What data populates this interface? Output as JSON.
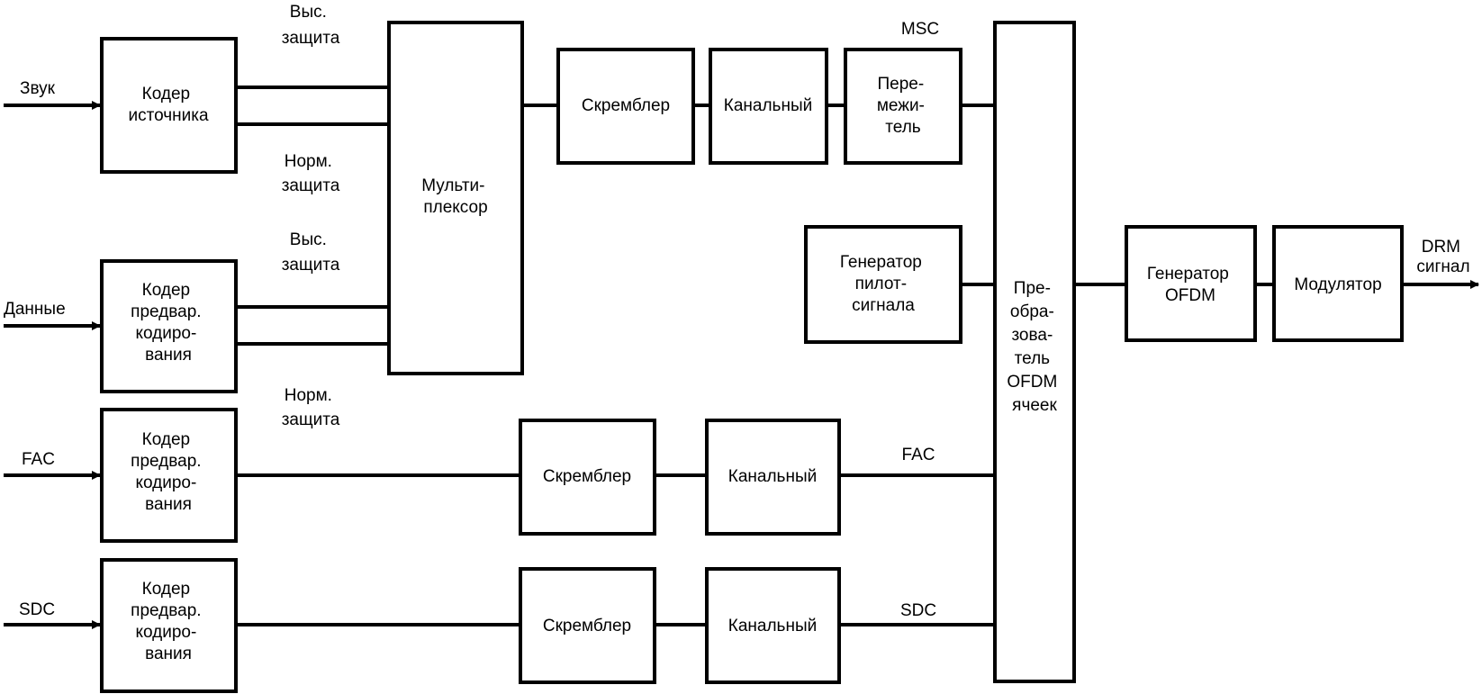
{
  "diagram": {
    "type": "block-diagram",
    "topic": "DRM transmitter structure",
    "inputs": {
      "audio": "Звук",
      "data": "Данные",
      "fac": "FAC",
      "sdc": "SDC"
    },
    "output": {
      "line1": "DRM",
      "line2": "сигнал"
    },
    "blocks": {
      "source_encoder": [
        "Кодер",
        "источника"
      ],
      "data_pre_encoder": [
        "Кодер",
        "предвар.",
        "кодиро-",
        "вания"
      ],
      "fac_pre_encoder": [
        "Кодер",
        "предвар.",
        "кодиро-",
        "вания"
      ],
      "sdc_pre_encoder": [
        "Кодер",
        "предвар.",
        "кодиро-",
        "вания"
      ],
      "multiplexer": [
        "Мульти-",
        "плексор"
      ],
      "msc_scrambler": [
        "Скремблер"
      ],
      "msc_channel": [
        "Канальный"
      ],
      "msc_interleaver": [
        "Пере-",
        "межи-",
        "тель"
      ],
      "pilot_generator": [
        "Генератор",
        "пилот-",
        "сигнала"
      ],
      "ofdm_cell_mapper": [
        "Пре-",
        "обра-",
        "зова-",
        "тель",
        "OFDM",
        "ячеек"
      ],
      "fac_scrambler": [
        "Скремблер"
      ],
      "fac_channel": [
        "Канальный"
      ],
      "sdc_scrambler": [
        "Скремблер"
      ],
      "sdc_channel": [
        "Канальный"
      ],
      "ofdm_generator": [
        "Генератор",
        "OFDM"
      ],
      "modulator": [
        "Модулятор"
      ]
    },
    "wire_labels": {
      "audio_high": [
        "Выс.",
        "защита"
      ],
      "audio_normal": [
        "Норм.",
        "защита"
      ],
      "data_high": [
        "Выс.",
        "защита"
      ],
      "data_normal": [
        "Норм.",
        "защита"
      ],
      "msc": "MSC",
      "fac": "FAC",
      "sdc": "SDC"
    }
  }
}
